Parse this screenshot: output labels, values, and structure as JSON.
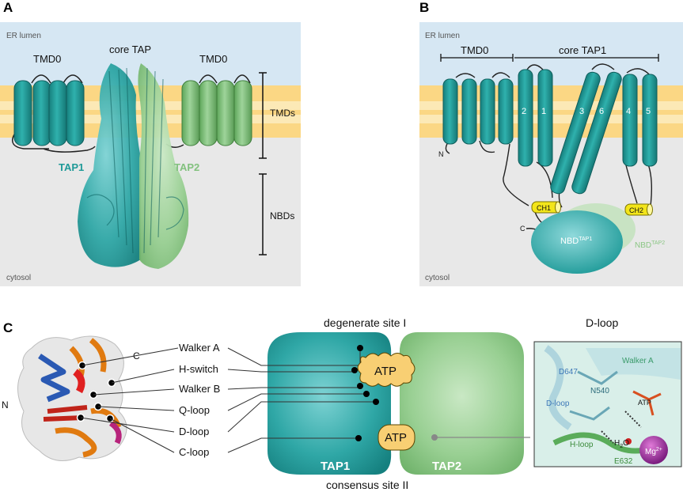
{
  "panels": {
    "a": {
      "letter": "A",
      "er_lumen": "ER lumen",
      "cytosol": "cytosol",
      "tmd0_left": "TMD0",
      "core": "core TAP",
      "tmd0_right": "TMD0",
      "tmds": "TMDs",
      "nbds": "NBDs",
      "tap1": "TAP1",
      "tap2": "TAP2"
    },
    "b": {
      "letter": "B",
      "er_lumen": "ER lumen",
      "cytosol": "cytosol",
      "tmd0": "TMD0",
      "core_tap1": "core TAP1",
      "helices": [
        "2",
        "1",
        "3",
        "6",
        "4",
        "5"
      ],
      "n_term": "N",
      "c_term": "C",
      "ch1": "CH1",
      "ch2": "CH2",
      "nbd_tap1_base": "NBD",
      "nbd_tap1_sup": "TAP1",
      "nbd_tap2_base": "NBD",
      "nbd_tap2_sup": "TAP2"
    },
    "c": {
      "letter": "C",
      "degenerate": "degenerate site I",
      "consensus": "consensus site II",
      "dloop_title": "D-loop",
      "motifs": [
        "Walker A",
        "H-switch",
        "Walker B",
        "Q-loop",
        "D-loop",
        "C-loop"
      ],
      "tap1": "TAP1",
      "tap2": "TAP2",
      "atp_top": "ATP",
      "atp_bottom": "ATP",
      "struct_n": "N",
      "struct_c": "C",
      "inset": {
        "d647": "D647",
        "walker_a": "Walker A",
        "n540": "N540",
        "atp": "ATP",
        "dloop": "D-loop",
        "hloop": "H-loop",
        "h2o_base": "H",
        "h2o_sub": "2",
        "h2o_end": "O",
        "mg_base": "Mg",
        "mg_sup": "2+",
        "e632": "E632"
      }
    }
  },
  "colors": {
    "lumen": "#d6e7f3",
    "membrane": "#fbd784",
    "membrane_core": "#fce9b6",
    "cytosol": "#e8e8e8",
    "teal": "#1f9a98",
    "green": "#82c17e",
    "yellow": "#f3e51a",
    "atp": "#f8cf73"
  }
}
